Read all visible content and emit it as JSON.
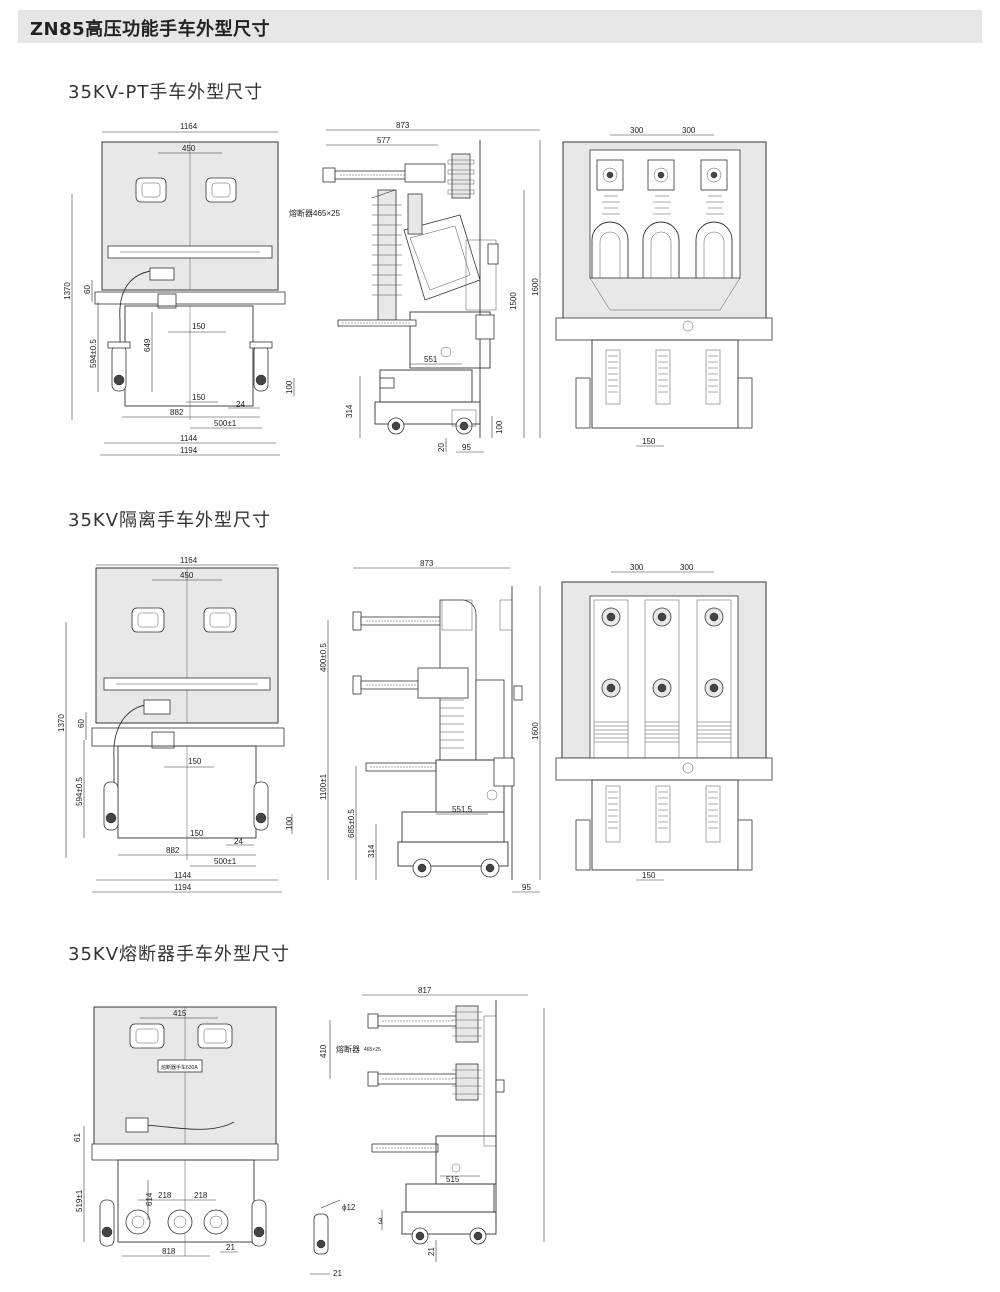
{
  "header": {
    "title": "ZN85高压功能手车外型尺寸"
  },
  "sections": [
    {
      "title": "35KV-PT手车外型尺寸"
    },
    {
      "title": "35KV隔离手车外型尺寸"
    },
    {
      "title": "35KV熔断器手车外型尺寸"
    }
  ],
  "pt": {
    "front": {
      "w1164": "1164",
      "w450": "450",
      "h1370": "1370",
      "h60": "60",
      "h594": "594±0.5",
      "h649": "649",
      "w150a": "150",
      "w150b": "150",
      "w24": "24",
      "w882": "882",
      "w500": "500±1",
      "w1144": "1144",
      "w1194": "1194",
      "h100": "100"
    },
    "side": {
      "w873": "873",
      "w577": "577",
      "fuse": "熔断器465×25",
      "h1500": "1500",
      "h1600": "1600",
      "w551": "551",
      "h314": "314",
      "w20": "20",
      "w95": "95",
      "h100": "100"
    },
    "rear": {
      "w300a": "300",
      "w300b": "300",
      "w150": "150"
    }
  },
  "iso": {
    "front": {
      "w1164": "1164",
      "w450": "450",
      "h1370": "1370",
      "h60": "60",
      "h594": "594±0.5",
      "w150a": "150",
      "w150b": "150",
      "w24": "24",
      "w882": "882",
      "w500": "500±1",
      "w1144": "1144",
      "w1194": "1194",
      "h100": "100"
    },
    "side": {
      "w873": "873",
      "h400": "400±0.5",
      "h1100": "1100±1",
      "h685": "685±0.5",
      "h314": "314",
      "h1600": "1600",
      "w551": "551.5",
      "w95": "95"
    },
    "rear": {
      "w300a": "300",
      "w300b": "300",
      "w150": "150"
    }
  },
  "fuse": {
    "front": {
      "w415": "415",
      "label": "熔断器手车630A",
      "h61": "61",
      "h519": "519±1",
      "h614": "614",
      "w218a": "218",
      "w218b": "218",
      "w818": "818",
      "w21": "21"
    },
    "side": {
      "w817": "817",
      "h410": "410",
      "fuse": "熔断器",
      "fuseSize": "465×25",
      "w515": "515",
      "h3": "3",
      "h21": "21"
    },
    "wheel": {
      "phi": "ϕ12",
      "w21": "21"
    }
  }
}
